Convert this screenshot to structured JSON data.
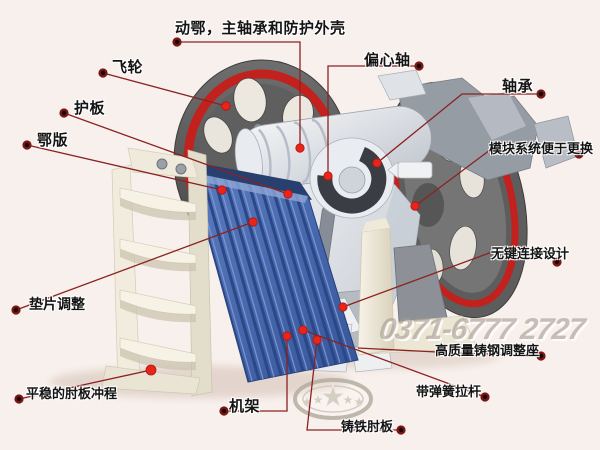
{
  "diagram": {
    "labels": [
      {
        "id": "moving-jaw-assembly",
        "text": "动鄂，主轴承和防护外壳"
      },
      {
        "id": "flywheel",
        "text": "飞轮"
      },
      {
        "id": "guard-plate",
        "text": "护板"
      },
      {
        "id": "jaw-plate",
        "text": "鄂版"
      },
      {
        "id": "eccentric-shaft",
        "text": "偏心轴"
      },
      {
        "id": "bearing",
        "text": "轴承"
      },
      {
        "id": "module-system-easy-replace",
        "text": "模块系统便于更换"
      },
      {
        "id": "keyless-connection-design",
        "text": "无键连接设计"
      },
      {
        "id": "cast-steel-adjustment-seat",
        "text": "高质量铸钢调整座"
      },
      {
        "id": "spring-tension-rod",
        "text": "带弹簧拉杆"
      },
      {
        "id": "cast-iron-toggle-plate",
        "text": "铸铁肘板"
      },
      {
        "id": "frame",
        "text": "机架"
      },
      {
        "id": "smooth-toggle-stroke",
        "text": "平稳的肘板冲程"
      },
      {
        "id": "shim-adjustment",
        "text": "垫片调整"
      }
    ],
    "watermark": {
      "phone": "0371-6777 2727"
    },
    "colors": {
      "background": "#f8f0ec",
      "leader_line": "#8b2222",
      "label_dot": "#7a1515",
      "endpoint_dot": "#e8251a",
      "flywheel_rim_red": "#c2211d",
      "jaw_plate_blue": "#4a6cb0"
    }
  }
}
